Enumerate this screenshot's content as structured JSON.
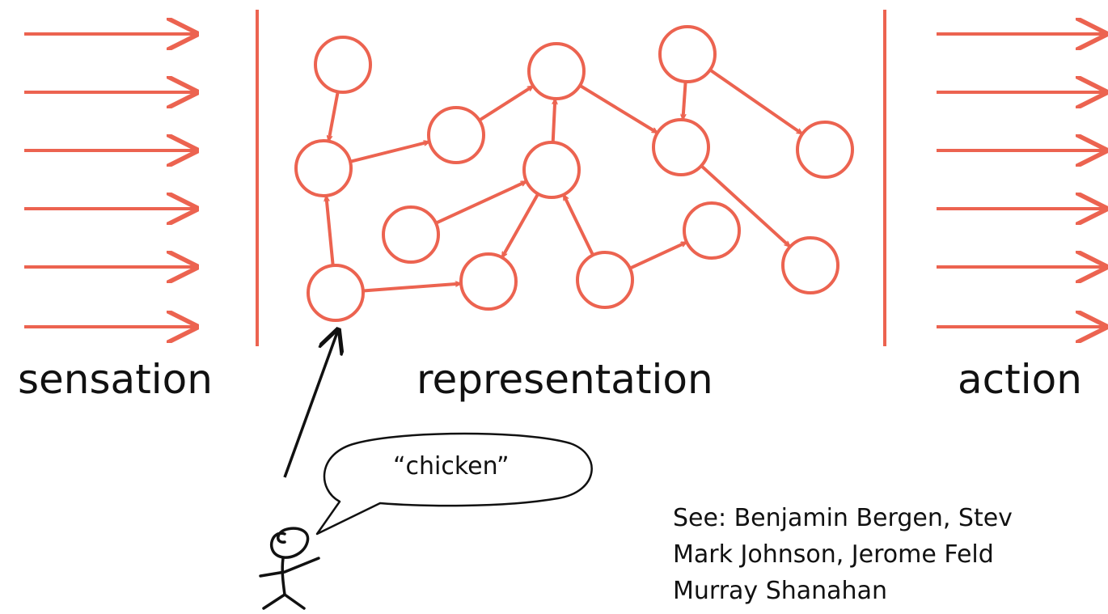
{
  "colors": {
    "accent": "#ec6350",
    "ink": "#111111"
  },
  "sections": {
    "sensation": "sensation",
    "representation": "representation",
    "action": "action"
  },
  "speech_bubble": "“chicken”",
  "citation": {
    "line1": "See: Benjamin Bergen, Stev",
    "line2": "Mark Johnson, Jerome Feld",
    "line3": "Murray Shanahan"
  },
  "icons": [
    "stick-figure-icon",
    "speech-bubble-icon"
  ]
}
